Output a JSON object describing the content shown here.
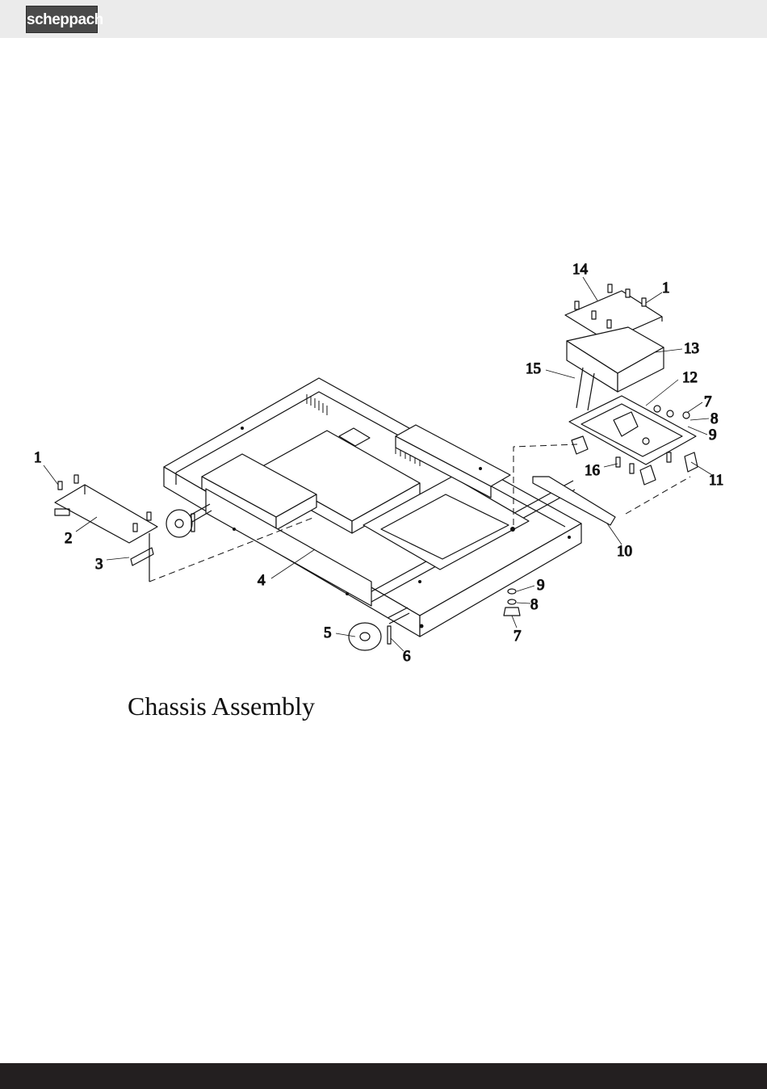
{
  "header": {
    "brand": "scheppach"
  },
  "callouts": {
    "c1a": "1",
    "c1b": "1",
    "c2": "2",
    "c3": "3",
    "c4": "4",
    "c5": "5",
    "c6": "6",
    "c7a": "7",
    "c7b": "7",
    "c8a": "8",
    "c8b": "8",
    "c9a": "9",
    "c9b": "9",
    "c10": "10",
    "c11": "11",
    "c12": "12",
    "c13": "13",
    "c14": "14",
    "c15": "15",
    "c16": "16"
  },
  "caption": "Chassis Assembly",
  "colors": {
    "header_bg": "#ebebeb",
    "logo_bg": "#4a4a4a",
    "footer_bg": "#231f20"
  }
}
